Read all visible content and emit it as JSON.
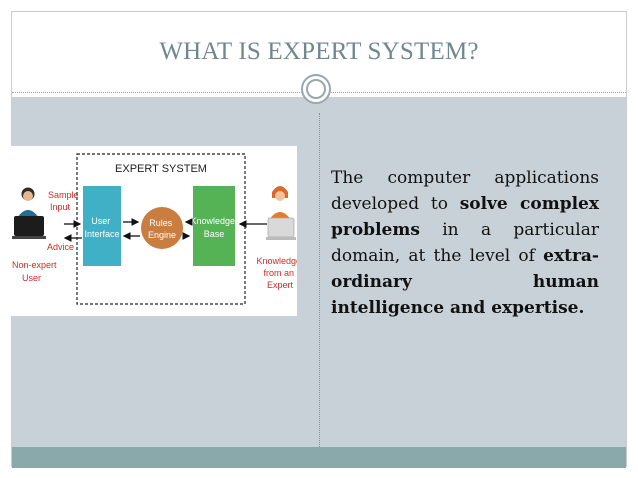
{
  "slide": {
    "title": "WHAT IS EXPERT SYSTEM?",
    "description": [
      {
        "text": "The computer applications developed to ",
        "bold": false
      },
      {
        "text": "solve complex problems",
        "bold": true
      },
      {
        "text": " in a particular domain, at the level of ",
        "bold": false
      },
      {
        "text": "extra-ordinary human intelligence and expertise.",
        "bold": true
      }
    ]
  },
  "diagram": {
    "title": "EXPERT SYSTEM",
    "user_interface_lines": [
      "User",
      "Interface"
    ],
    "rules_engine_lines": [
      "Rules",
      "Engine"
    ],
    "knowledge_base_lines": [
      "Knowledge",
      "Base"
    ],
    "sample_input_lines": [
      "Sample",
      "Input"
    ],
    "advice": "Advice",
    "non_expert_lines": [
      "Non-expert",
      "User"
    ],
    "expert_lines": [
      "Knowledge",
      "from an",
      "Expert"
    ]
  },
  "colors": {
    "title": "#6f8791",
    "content_bg": "#c7d1d7",
    "footer": "#8aa9ab",
    "user_interface_box": "#3fb0c6",
    "rules_engine_circle": "#c97d3f",
    "knowledge_base_box": "#55b255",
    "label_red": "#d42a2a"
  }
}
